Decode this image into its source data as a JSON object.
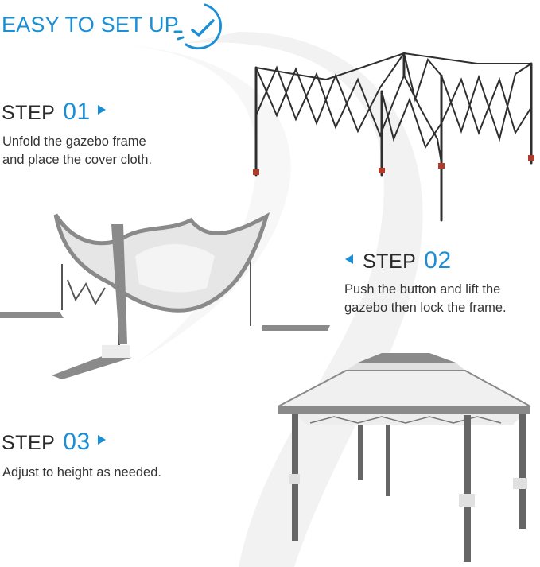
{
  "headline": "EASY TO SET UP",
  "steps": [
    {
      "word": "STEP",
      "number": "01",
      "description_lines": [
        "Unfold the gazebo frame",
        "and place the cover cloth."
      ]
    },
    {
      "word": "STEP",
      "number": "02",
      "description_lines": [
        "Push the button and lift the",
        "gazebo then lock the frame."
      ]
    },
    {
      "word": "STEP",
      "number": "03",
      "description_lines": [
        "Adjust to height as needed."
      ]
    }
  ],
  "colors": {
    "accent": "#1a8fd6",
    "text": "#333333",
    "canopy_dark": "#8a8a8a",
    "canopy_light": "#e6e6e6",
    "frame": "#2f2f2f"
  },
  "icons": [
    "clock-check-icon",
    "arrow-right-icon",
    "arrow-left-icon"
  ]
}
